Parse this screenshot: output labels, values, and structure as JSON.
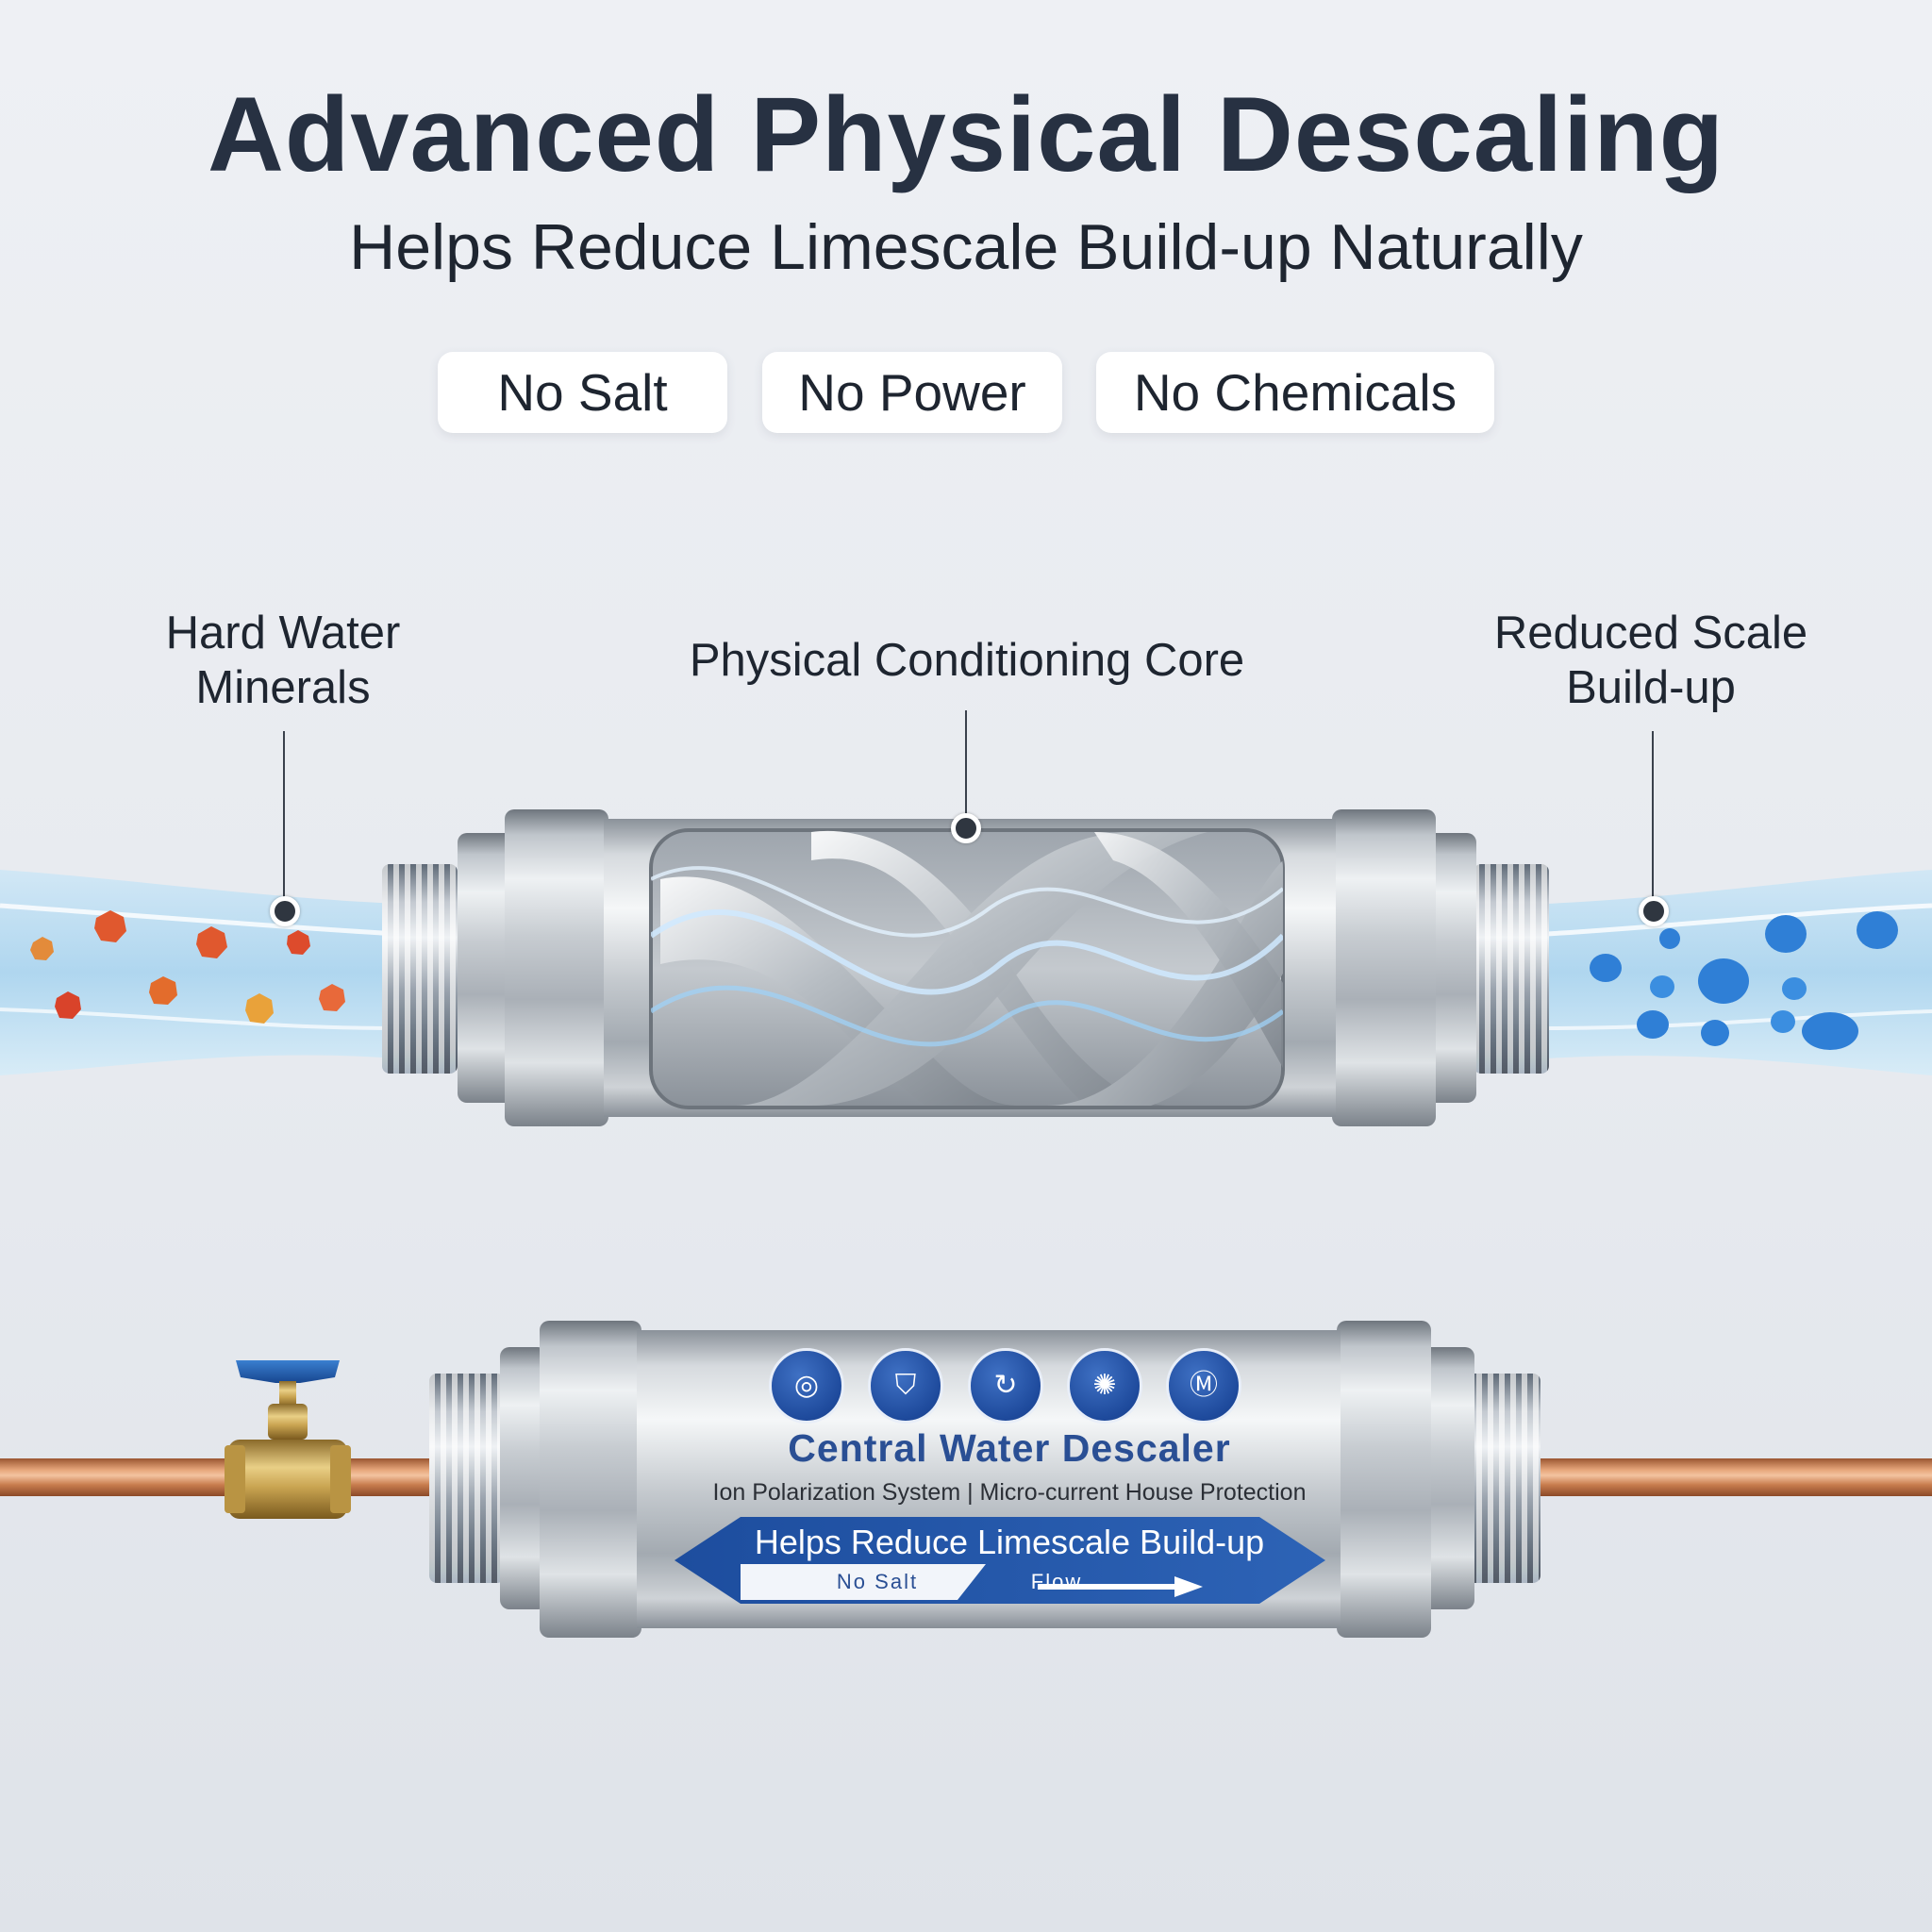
{
  "header": {
    "title": "Advanced Physical Descaling",
    "subtitle": "Helps Reduce Limescale Build-up Naturally"
  },
  "features": [
    "No Salt",
    "No Power",
    "No Chemicals"
  ],
  "callouts": {
    "left": [
      "Hard Water",
      "Minerals"
    ],
    "center": "Physical Conditioning Core",
    "right": [
      "Reduced Scale",
      "Build-up"
    ]
  },
  "product_label": {
    "title": "Central Water Descaler",
    "subtitle": "Ion Polarization System | Micro-current House Protection",
    "banner": "Helps Reduce Limescale Build-up",
    "banner_left": "No Salt",
    "banner_right": "Flow",
    "icons": [
      "salt-free-icon",
      "shield-icon",
      "recycle-icon",
      "sun-icon",
      "m-badge-icon"
    ]
  },
  "colors": {
    "title": "#273142",
    "label_blue": "#2a4f94",
    "mineral_orange": "#e0582e",
    "droplet_blue": "#2f7fd6",
    "copper": "#c87c4e",
    "valve_handle": "#1f5fae"
  }
}
